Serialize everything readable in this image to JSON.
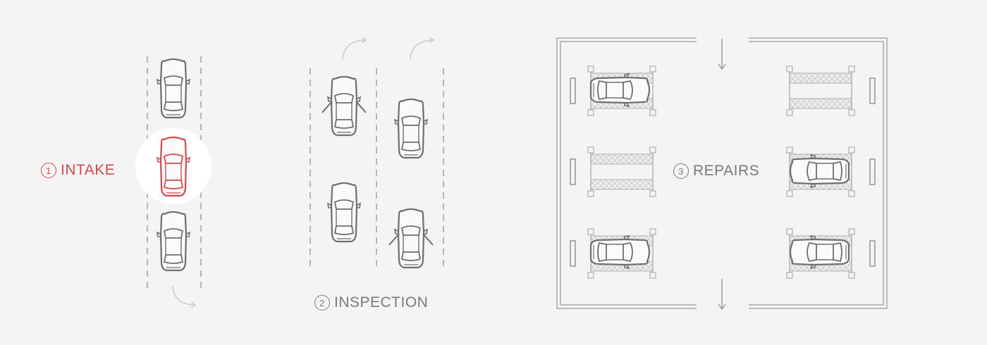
{
  "colors": {
    "background": "#f4f4f4",
    "line": "#6e6e6e",
    "accent": "#d4494a",
    "light": "#c9c9c9",
    "highlight": "#ffffff"
  },
  "stages": {
    "intake": {
      "number": "1",
      "label": "INTAKE"
    },
    "inspection": {
      "number": "2",
      "label": "INSPECTION"
    },
    "repairs": {
      "number": "3",
      "label": "REPAIRS"
    }
  },
  "icons": [
    "car-icon",
    "arrow-icon",
    "lift-platform-icon",
    "bay-marker-icon"
  ]
}
